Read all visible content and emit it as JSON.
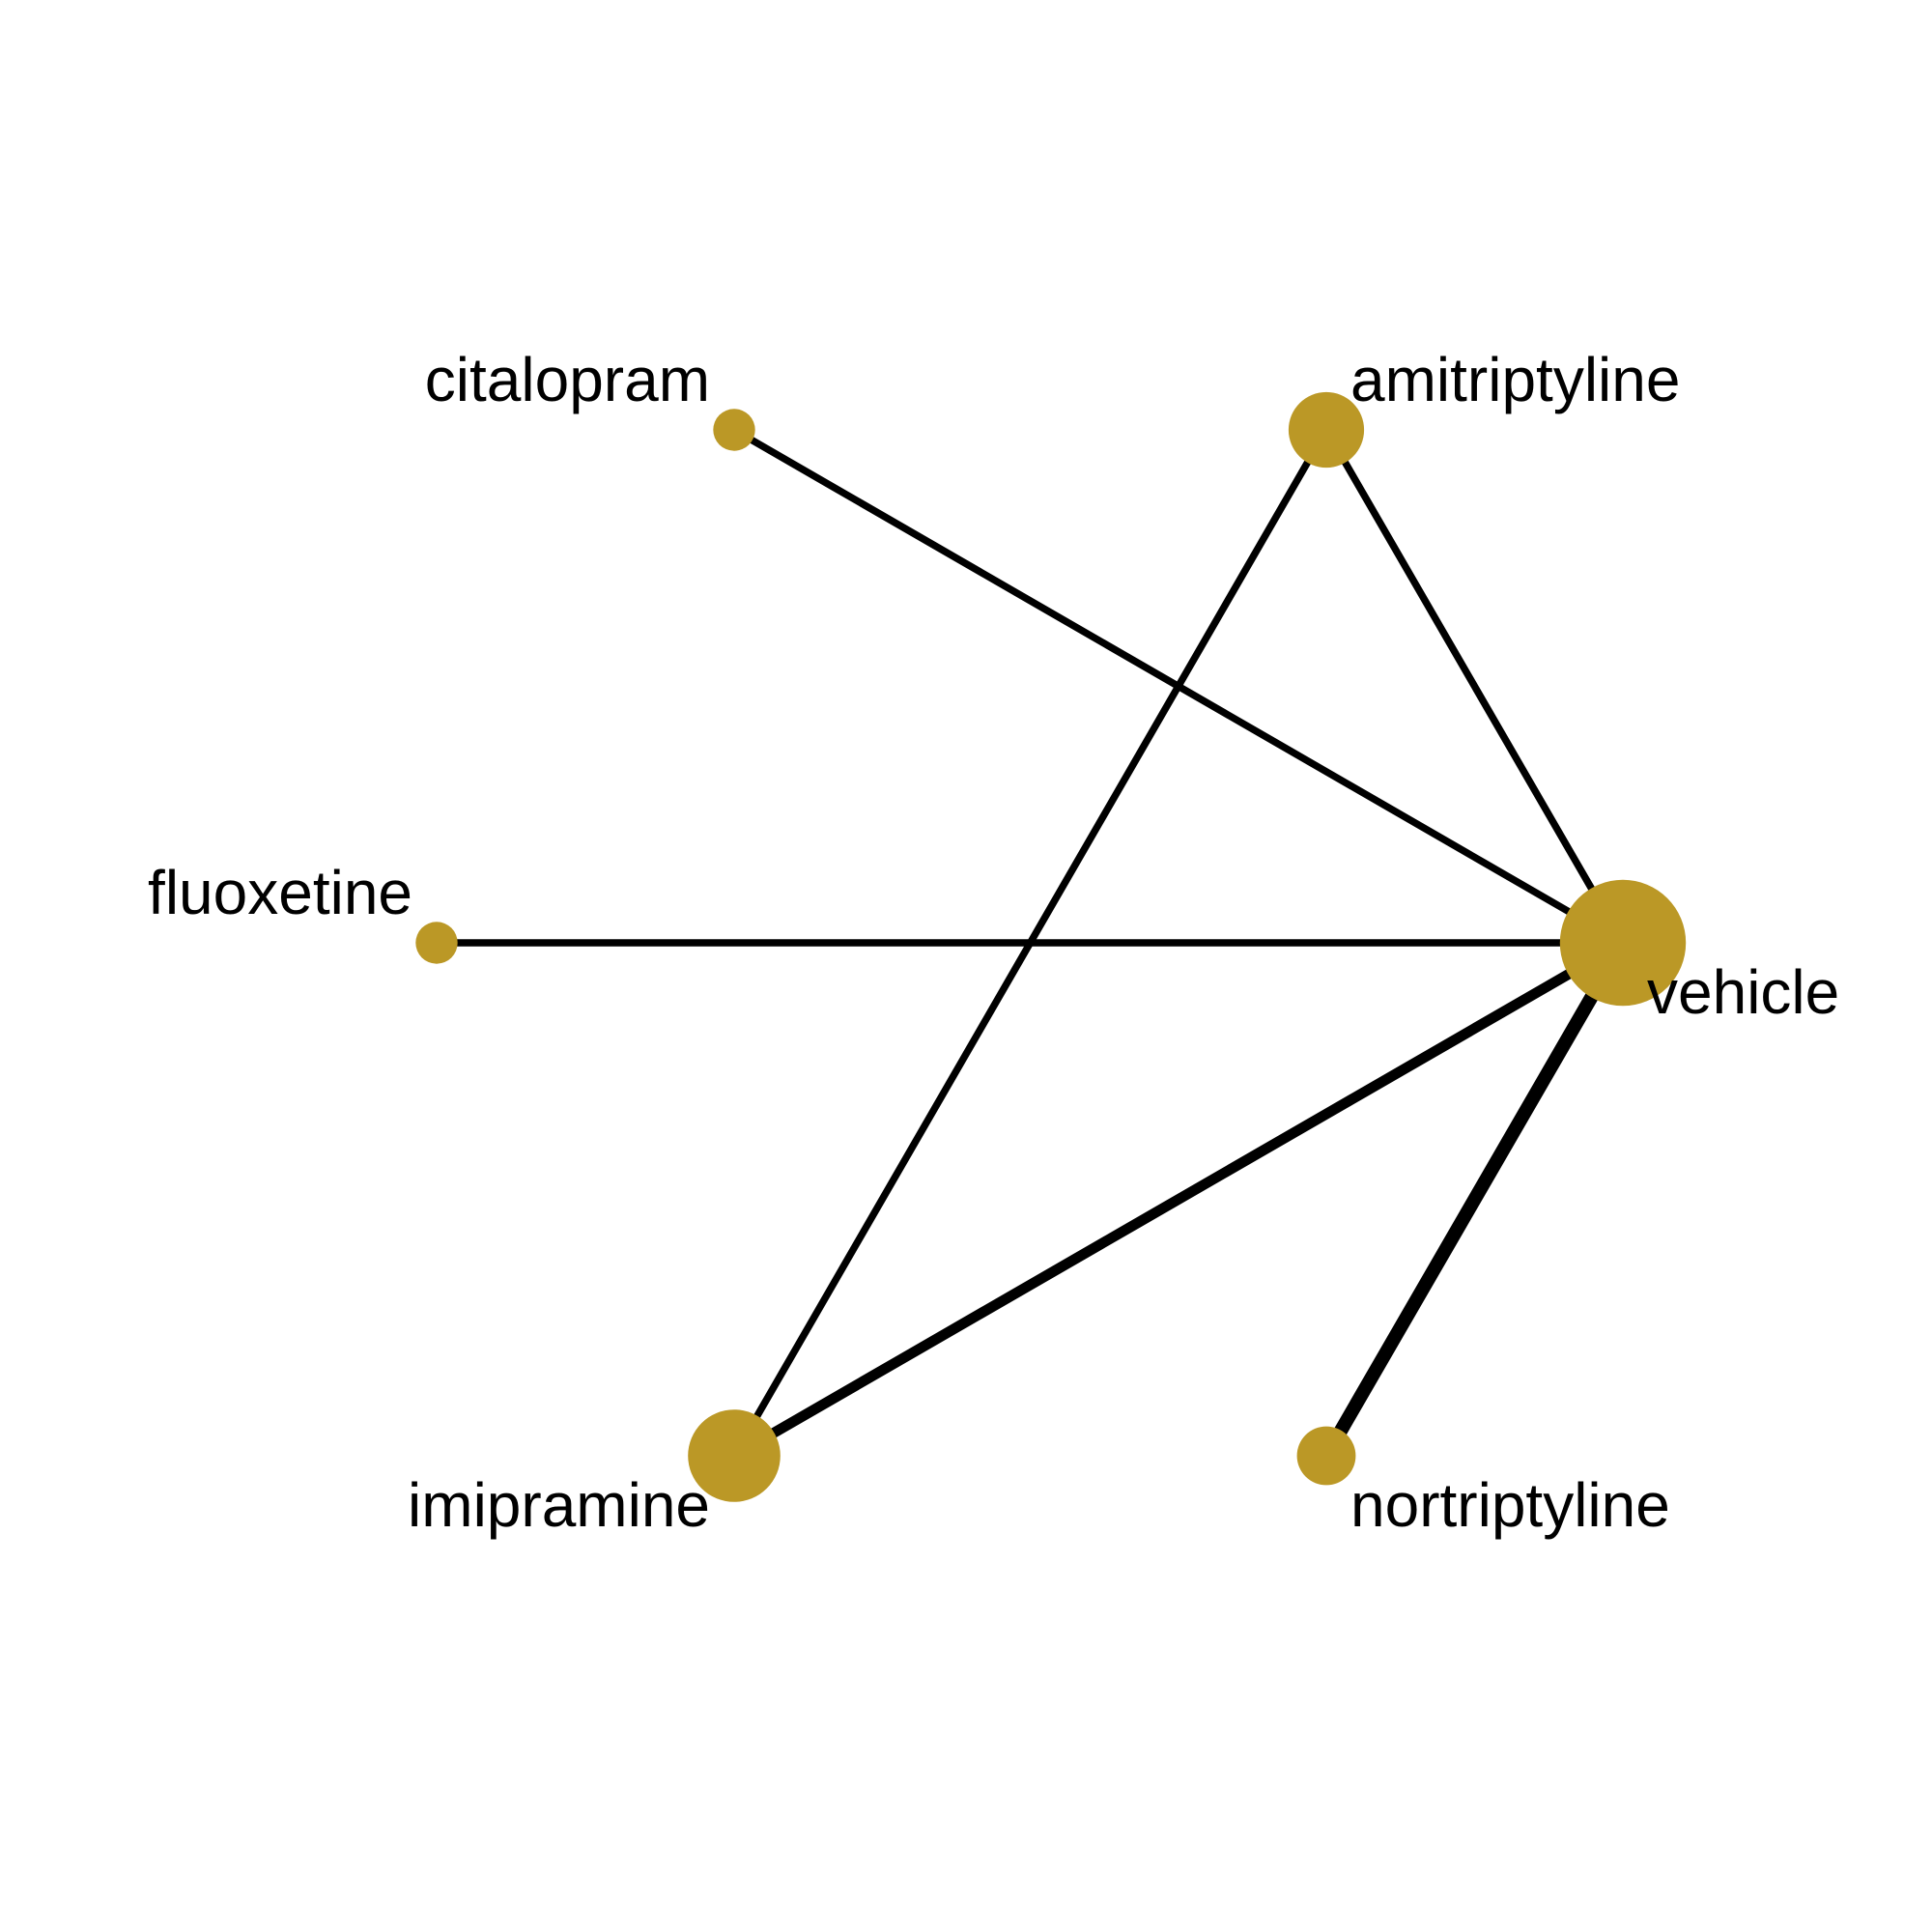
{
  "network": {
    "node_color": "#BB9826",
    "edge_color": "#000000",
    "nodes": [
      {
        "id": "citalopram",
        "label": "citalopram",
        "size": 1
      },
      {
        "id": "amitriptyline",
        "label": "amitriptyline",
        "size": 3
      },
      {
        "id": "fluoxetine",
        "label": "fluoxetine",
        "size": 1
      },
      {
        "id": "vehicle",
        "label": "vehicle",
        "size": 6
      },
      {
        "id": "imipramine",
        "label": "imipramine",
        "size": 4
      },
      {
        "id": "nortriptyline",
        "label": "nortriptyline",
        "size": 2
      }
    ],
    "edges": [
      {
        "from": "citalopram",
        "to": "vehicle",
        "weight": 1
      },
      {
        "from": "amitriptyline",
        "to": "vehicle",
        "weight": 1
      },
      {
        "from": "amitriptyline",
        "to": "imipramine",
        "weight": 1
      },
      {
        "from": "fluoxetine",
        "to": "vehicle",
        "weight": 1
      },
      {
        "from": "imipramine",
        "to": "vehicle",
        "weight": 2
      },
      {
        "from": "nortriptyline",
        "to": "vehicle",
        "weight": 3
      }
    ]
  }
}
